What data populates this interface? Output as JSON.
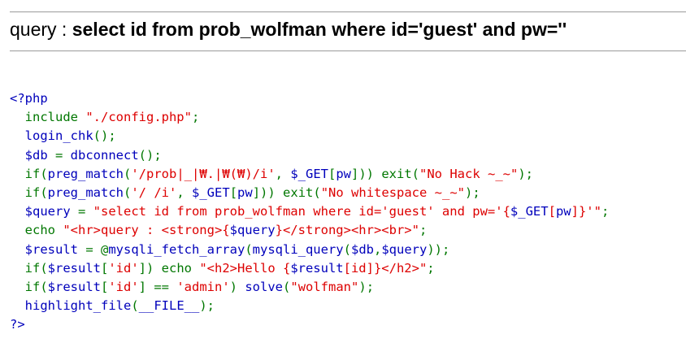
{
  "query_prefix": "query : ",
  "query_strong": "select id from prob_wolfman where id='guest' and pw=''",
  "colors": {
    "php_default": "#0000bb",
    "php_keyword": "#007700",
    "php_string": "#dd0000",
    "php_html": "#000000"
  },
  "code_lines": [
    [
      [
        "c-default",
        "<?php"
      ]
    ],
    [
      [
        "c-keyword",
        "  include "
      ],
      [
        "c-string",
        "\"./config.php\""
      ],
      [
        "c-keyword",
        ";"
      ]
    ],
    [
      [
        "c-keyword",
        "  "
      ],
      [
        "c-default",
        "login_chk"
      ],
      [
        "c-keyword",
        "();"
      ]
    ],
    [
      [
        "c-keyword",
        "  "
      ],
      [
        "c-default",
        "$db "
      ],
      [
        "c-keyword",
        "= "
      ],
      [
        "c-default",
        "dbconnect"
      ],
      [
        "c-keyword",
        "();"
      ]
    ],
    [
      [
        "c-keyword",
        "  if("
      ],
      [
        "c-default",
        "preg_match"
      ],
      [
        "c-keyword",
        "("
      ],
      [
        "c-string",
        "'/prob|_|₩.|₩(₩)/i'"
      ],
      [
        "c-keyword",
        ", "
      ],
      [
        "c-default",
        "$_GET"
      ],
      [
        "c-keyword",
        "["
      ],
      [
        "c-default",
        "pw"
      ],
      [
        "c-keyword",
        "])) exit("
      ],
      [
        "c-string",
        "\"No Hack ~_~\""
      ],
      [
        "c-keyword",
        ");"
      ]
    ],
    [
      [
        "c-keyword",
        "  if("
      ],
      [
        "c-default",
        "preg_match"
      ],
      [
        "c-keyword",
        "("
      ],
      [
        "c-string",
        "'/ /i'"
      ],
      [
        "c-keyword",
        ", "
      ],
      [
        "c-default",
        "$_GET"
      ],
      [
        "c-keyword",
        "["
      ],
      [
        "c-default",
        "pw"
      ],
      [
        "c-keyword",
        "])) exit("
      ],
      [
        "c-string",
        "\"No whitespace ~_~\""
      ],
      [
        "c-keyword",
        ");"
      ]
    ],
    [
      [
        "c-keyword",
        "  "
      ],
      [
        "c-default",
        "$query "
      ],
      [
        "c-keyword",
        "= "
      ],
      [
        "c-string",
        "\"select id from prob_wolfman where id='guest' and pw='{"
      ],
      [
        "c-default",
        "$_GET"
      ],
      [
        "c-string",
        "["
      ],
      [
        "c-default",
        "pw"
      ],
      [
        "c-string",
        "]}'\""
      ],
      [
        "c-keyword",
        ";"
      ]
    ],
    [
      [
        "c-keyword",
        "  echo "
      ],
      [
        "c-string",
        "\"<hr>query : <strong>{"
      ],
      [
        "c-default",
        "$query"
      ],
      [
        "c-string",
        "}</strong><hr><br>\""
      ],
      [
        "c-keyword",
        ";"
      ]
    ],
    [
      [
        "c-keyword",
        "  "
      ],
      [
        "c-default",
        "$result "
      ],
      [
        "c-keyword",
        "= @"
      ],
      [
        "c-default",
        "mysqli_fetch_array"
      ],
      [
        "c-keyword",
        "("
      ],
      [
        "c-default",
        "mysqli_query"
      ],
      [
        "c-keyword",
        "("
      ],
      [
        "c-default",
        "$db"
      ],
      [
        "c-keyword",
        ","
      ],
      [
        "c-default",
        "$query"
      ],
      [
        "c-keyword",
        "));"
      ]
    ],
    [
      [
        "c-keyword",
        "  if("
      ],
      [
        "c-default",
        "$result"
      ],
      [
        "c-keyword",
        "["
      ],
      [
        "c-string",
        "'id'"
      ],
      [
        "c-keyword",
        "]) echo "
      ],
      [
        "c-string",
        "\"<h2>Hello {"
      ],
      [
        "c-default",
        "$result"
      ],
      [
        "c-string",
        "[id]}</h2>\""
      ],
      [
        "c-keyword",
        ";"
      ]
    ],
    [
      [
        "c-keyword",
        "  if("
      ],
      [
        "c-default",
        "$result"
      ],
      [
        "c-keyword",
        "["
      ],
      [
        "c-string",
        "'id'"
      ],
      [
        "c-keyword",
        "] == "
      ],
      [
        "c-string",
        "'admin'"
      ],
      [
        "c-keyword",
        ") "
      ],
      [
        "c-default",
        "solve"
      ],
      [
        "c-keyword",
        "("
      ],
      [
        "c-string",
        "\"wolfman\""
      ],
      [
        "c-keyword",
        ");"
      ]
    ],
    [
      [
        "c-keyword",
        "  "
      ],
      [
        "c-default",
        "highlight_file"
      ],
      [
        "c-keyword",
        "("
      ],
      [
        "c-default",
        "__FILE__"
      ],
      [
        "c-keyword",
        ");"
      ]
    ],
    [
      [
        "c-default",
        "?>"
      ]
    ]
  ]
}
